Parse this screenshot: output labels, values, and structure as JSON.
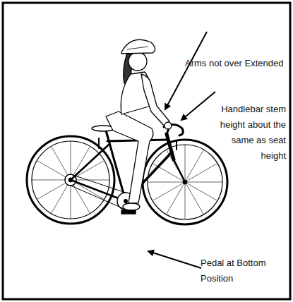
{
  "diagram": {
    "labels": [
      "Arms not over Extended",
      "Handlebar stem height about the same as seat height",
      "Pedal at Bottom Position"
    ]
  }
}
